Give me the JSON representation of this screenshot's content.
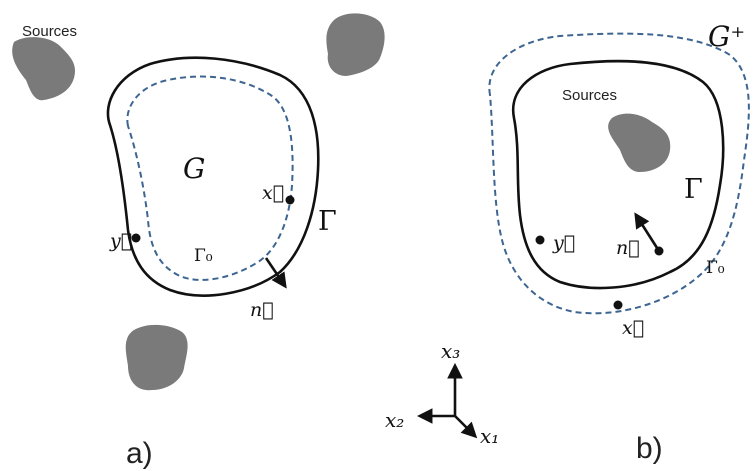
{
  "panel_a": {
    "sources_label": "Sources",
    "domain_label": "G",
    "point_x_label": "x⃗",
    "point_y_label": "y⃗",
    "inner_boundary_label": "Γ₀",
    "outer_boundary_label": "Γ",
    "normal_label": "n⃗",
    "panel_label": "a)"
  },
  "panel_b": {
    "sources_label": "Sources",
    "domain_label": "G⁺",
    "point_x_label": "x⃗",
    "point_y_label": "y⃗",
    "outer_boundary_label": "Γ₀",
    "inner_boundary_label": "Γ",
    "normal_label": "n⃗",
    "panel_label": "b)"
  },
  "axes": {
    "x1_label": "x₁",
    "x2_label": "x₂",
    "x3_label": "x₃"
  },
  "colors": {
    "source_fill": "#7a7a7a",
    "solid_curve": "#111111",
    "dashed_curve": "#3d6591"
  }
}
